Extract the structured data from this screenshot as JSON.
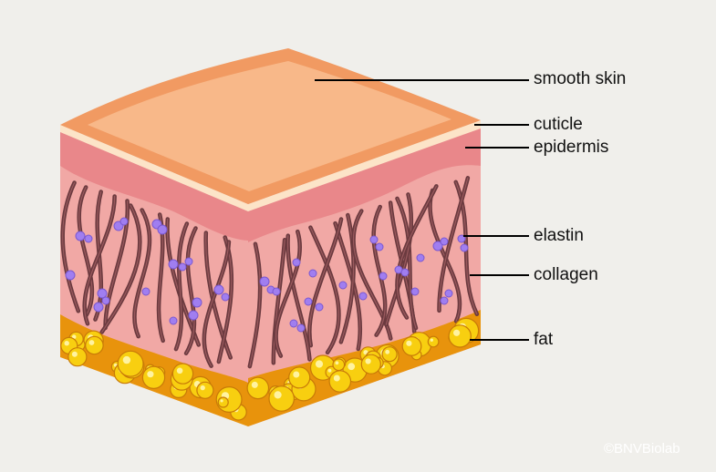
{
  "labels": {
    "smooth_skin": "smooth skin",
    "cuticle": "cuticle",
    "epidermis": "epidermis",
    "elastin": "elastin",
    "collagen": "collagen",
    "fat": "fat"
  },
  "watermark": "©BNVBiolab",
  "colors": {
    "background": "#f0efeb",
    "top_surface": "#f8b889",
    "top_rim": "#f19a62",
    "cuticle": "#fce4c8",
    "epidermis": "#e9878a",
    "dermis": "#f1a8a5",
    "fibers": "#6b3a3f",
    "elastin_dots": "#a07ef0",
    "fat_base": "#e8930c",
    "fat_globules": "#f8cf10"
  }
}
